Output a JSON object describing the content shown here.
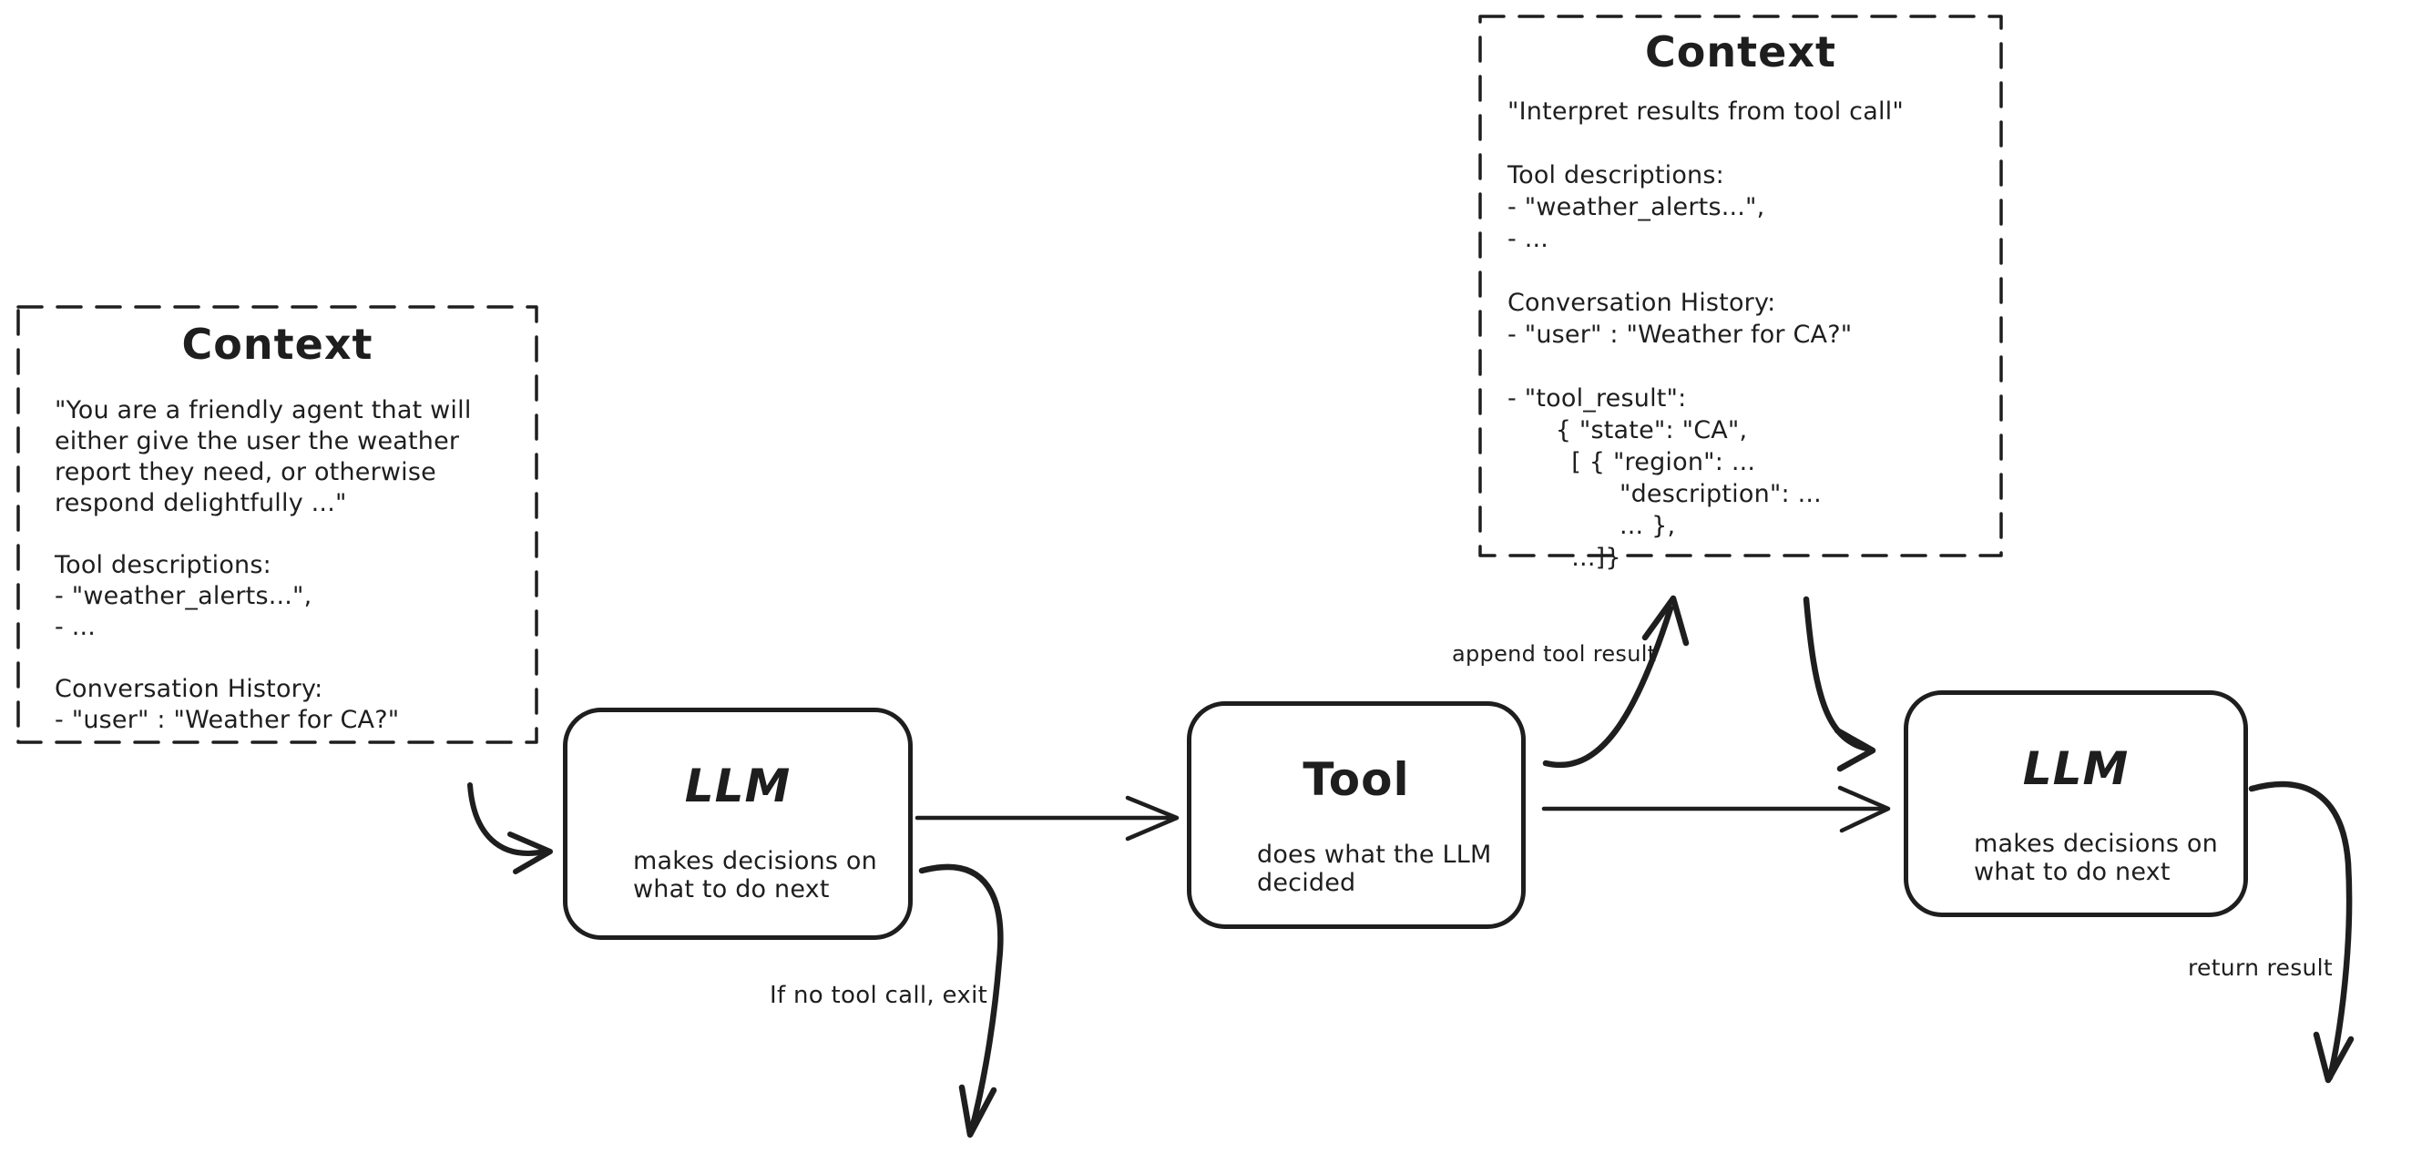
{
  "colors": {
    "ink": "#1e1e1e",
    "background": "#ffffff"
  },
  "context_left": {
    "title": "Context",
    "lines": [
      "\"You are a friendly agent that will",
      "either give the user the weather",
      "report they need, or otherwise",
      "respond delightfully ...\"",
      "",
      "Tool descriptions:",
      "- \"weather_alerts...\",",
      "- ...",
      "",
      "Conversation History:",
      "- \"user\" : \"Weather for CA?\""
    ]
  },
  "context_right": {
    "title": "Context",
    "lines": [
      "\"Interpret results from tool call\"",
      "",
      "Tool descriptions:",
      "- \"weather_alerts...\",",
      "- ...",
      "",
      "Conversation History:",
      "- \"user\" : \"Weather for CA?\"",
      "",
      "- \"tool_result\":",
      "      { \"state\": \"CA\",",
      "        [ { \"region\": ...",
      "              \"description\": ...",
      "              ... },",
      "        ...]}"
    ]
  },
  "nodes": {
    "llm_1": {
      "title": "LLM",
      "subtitle": "makes decisions on\nwhat to do next"
    },
    "tool": {
      "title": "Tool",
      "subtitle": "does what the LLM\ndecided"
    },
    "llm_2": {
      "title": "LLM",
      "subtitle": "makes decisions on\nwhat to do next"
    }
  },
  "edge_labels": {
    "append_tool_result": "append tool result",
    "if_no_tool_call_exit": "If no tool call, exit",
    "return_result": "return result"
  }
}
